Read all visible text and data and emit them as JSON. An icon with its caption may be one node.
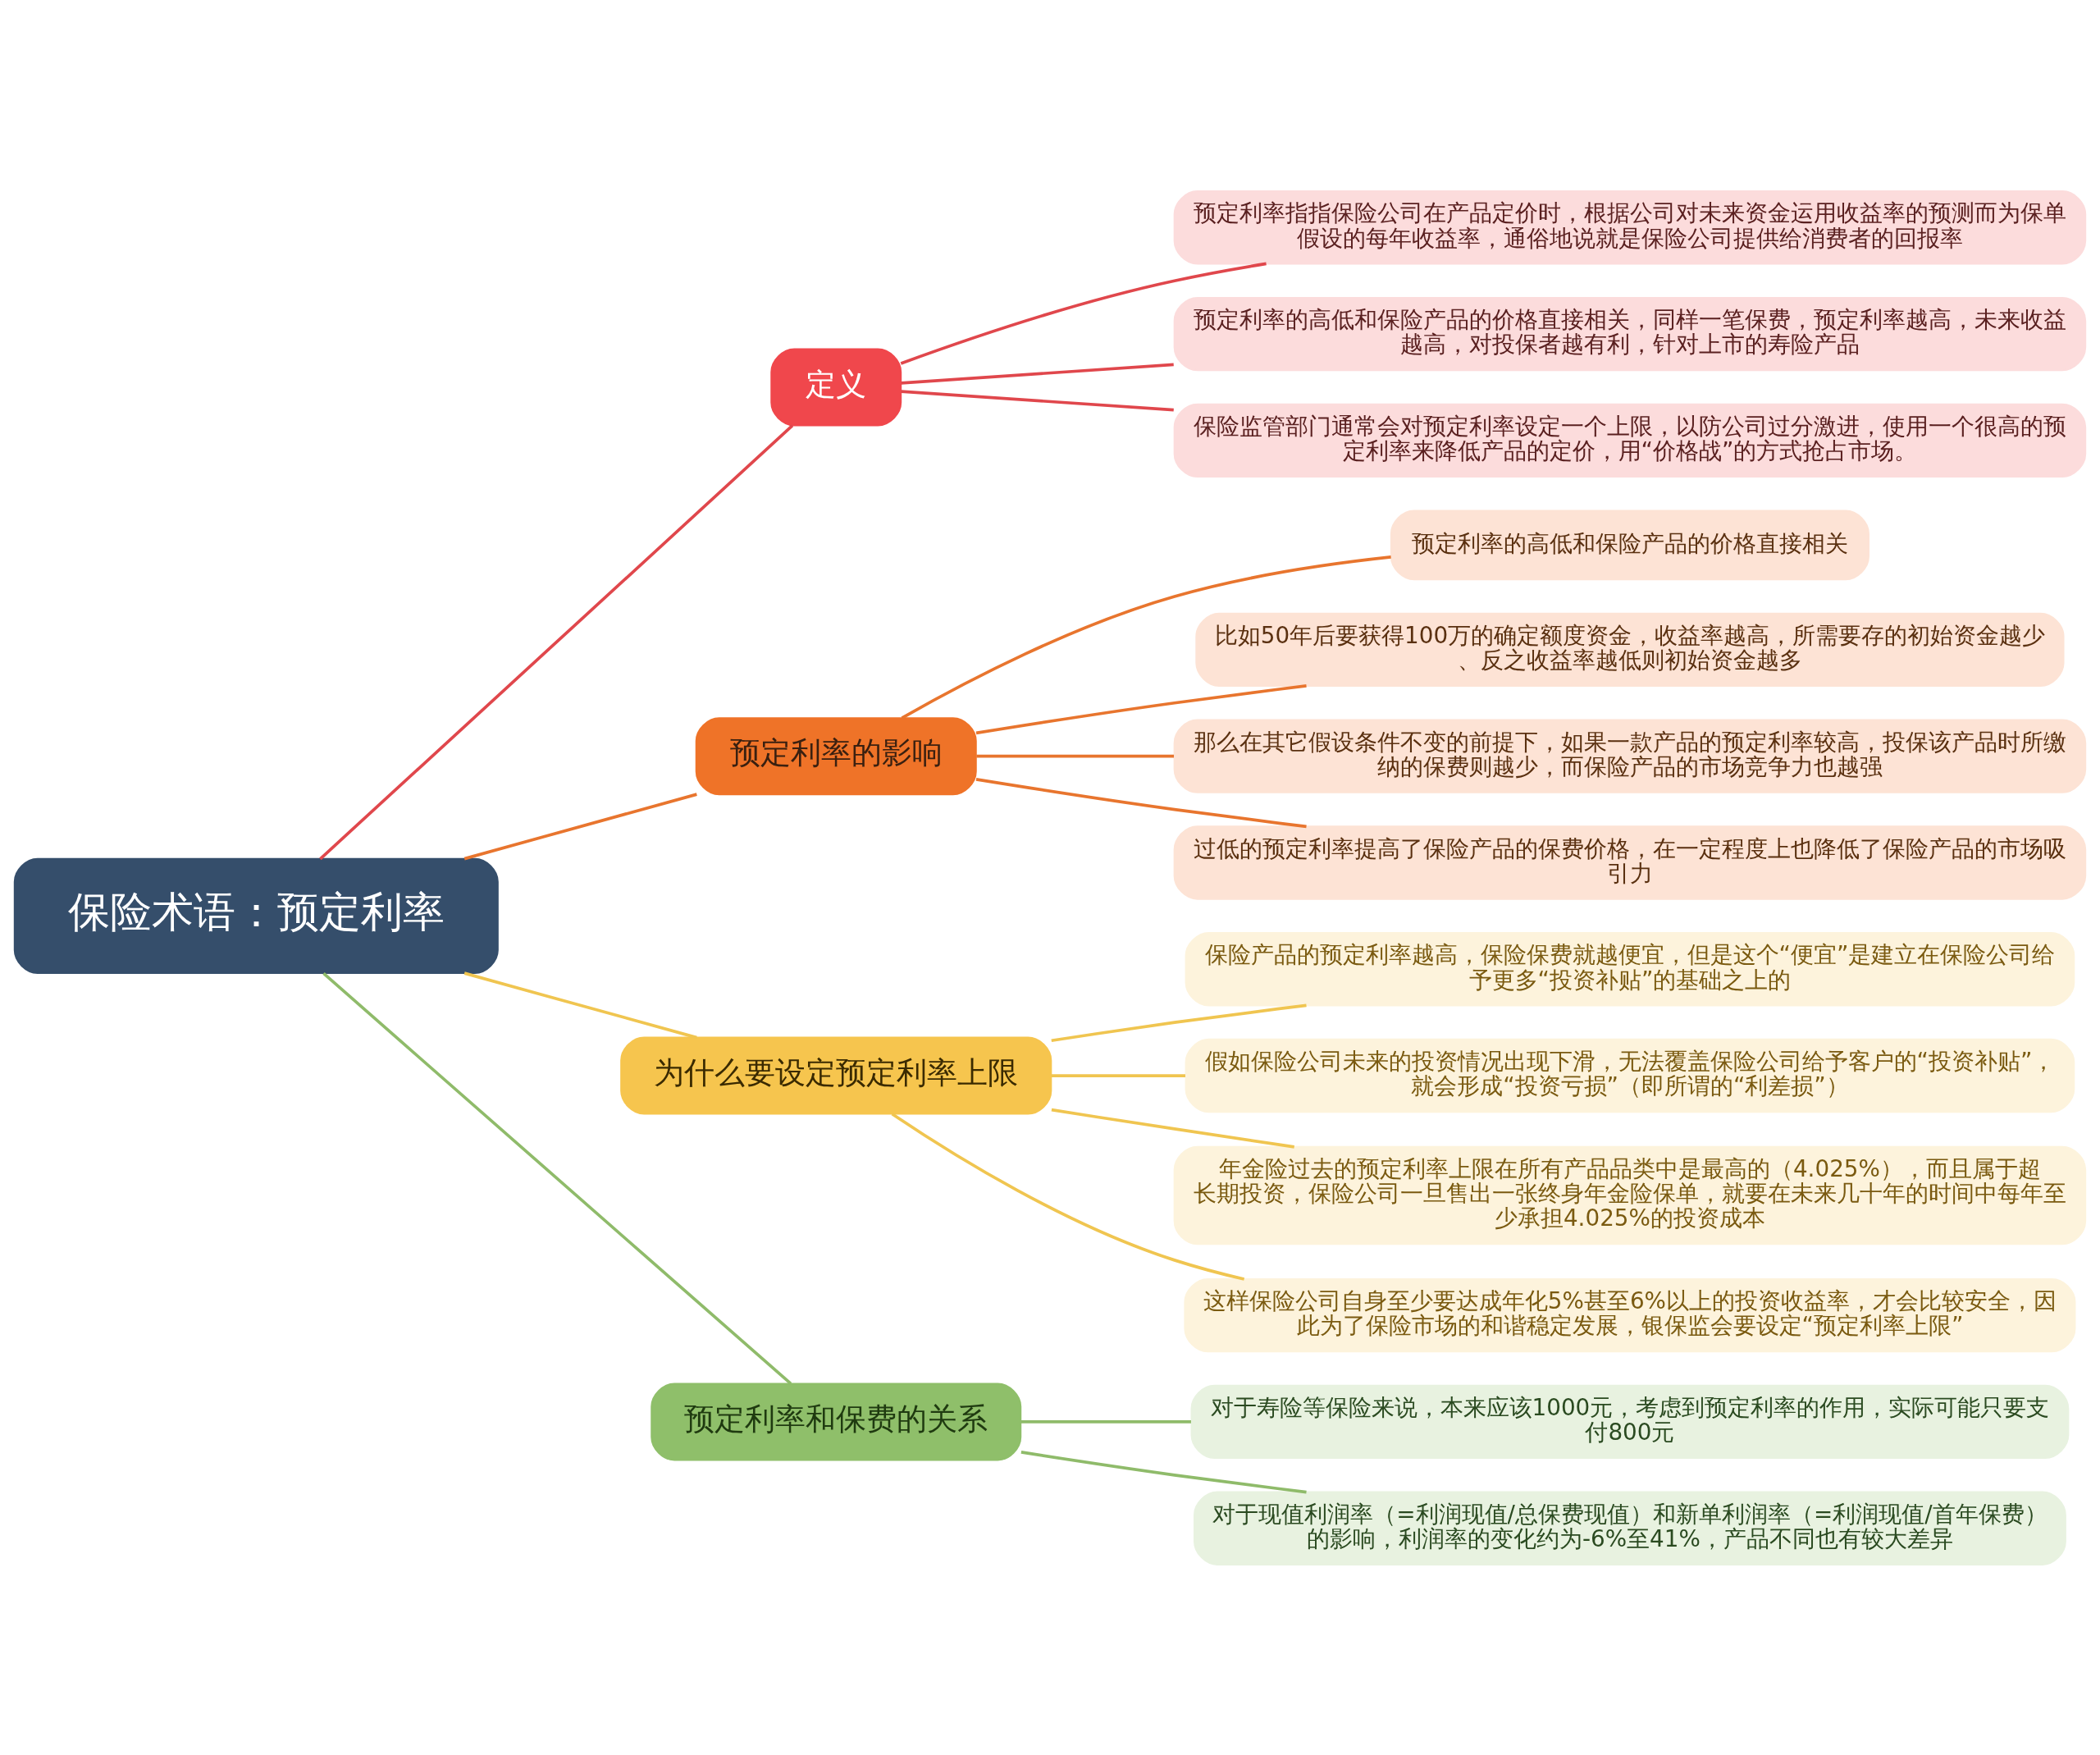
{
  "diagram": {
    "nodes": [
      {
        "text": [
          "保险术语：预定利率"
        ]
      },
      {
        "text": [
          "定义"
        ]
      },
      {
        "text": [
          "预定利率指指保险公司在产品定价时，根据公司对未来资金运用收益率的预测而为保单假设的每年收益率，通俗地说就是保险公司提供给消费者的回报率"
        ]
      },
      {
        "text": [
          "预定利率的高低和保险产品的价格直接相关，同样一笔保费，预定利率越高，未来收益越高，对投保者越有利，针对上市的寿险产品"
        ]
      },
      {
        "text": [
          "保险监管部门通常会对预定利率设定一个上限，以防公司过分激进，使用一个很高的预定利率来降低产品的定价，用“价格战”的方式抢占市场。"
        ]
      },
      {
        "text": [
          "预定利率的影响"
        ]
      },
      {
        "text": [
          "预定利率的高低和保险产品的价格直接相关"
        ]
      },
      {
        "text": [
          "比如50年后要获得100万的确定额度资金，收益率越高，所需要存的初始资金越少、反之收益率越低则初始资金越多"
        ]
      },
      {
        "text": [
          "那么在其它假设条件不变的前提下，如果一款产品的预定利率较高，投保该产品时所缴纳的保费则越少，而保险产品的市场竞争力也越强"
        ]
      },
      {
        "text": [
          "过低的预定利率提高了保险产品的保费价格，在一定程度上也降低了保险产品的市场吸引力"
        ]
      },
      {
        "text": [
          "为什么要设定预定利率上限"
        ]
      },
      {
        "text": [
          "保险产品的预定利率越高，保险保费就越便宜，但是这个“便宜”是建立在保险公司给予更多“投资补贴”的基础之上的"
        ]
      },
      {
        "text": [
          "假如保险公司未来的投资情况出现下滑，无法覆盖保险公司给予客户的“投资补贴”，就会形成“投资亏损”（即所谓的“利差损”）"
        ]
      },
      {
        "text": [
          "年金险过去的预定利率上限在所有产品品类中是最高的（4.025%），而且属于超长期投资，保险公司一旦售出一张终身年金险保单，就要在未来几十年的时间中每年至少承担4.025%的投资成本"
        ]
      },
      {
        "text": [
          "这样保险公司自身至少要达成年化5%甚至6%以上的投资收益率，才会比较安全，因此为了保险市场的和谐稳定发展，银保监会要设定“预定利率上限”"
        ]
      },
      {
        "text": [
          "预定利率和保费的关系"
        ]
      },
      {
        "text": [
          "对于寿险等保险来说，本来应该1000元，考虑到预定利率的作用，实际可能只要支付800元"
        ]
      },
      {
        "text": [
          "对于现值利润率（=利润现值/总保费现值）和新单利润率（=利润现值/首年保费）的影响，利润率的变化约为-6%至41%，产品不同也有较大差异"
        ]
      }
    ],
    "edges": [
      {
        "from": 0,
        "to": 1,
        "arrow": "none",
        "color": "#e0474c"
      },
      {
        "from": 1,
        "to": 2,
        "arrow": "none",
        "color": "#e0474c"
      },
      {
        "from": 1,
        "to": 3,
        "arrow": "none",
        "color": "#e0474c"
      },
      {
        "from": 1,
        "to": 4,
        "arrow": "none",
        "color": "#e0474c"
      },
      {
        "from": 0,
        "to": 5,
        "arrow": "none",
        "color": "#e8752e"
      },
      {
        "from": 5,
        "to": 6,
        "arrow": "none",
        "color": "#e8752e"
      },
      {
        "from": 5,
        "to": 7,
        "arrow": "none",
        "color": "#e8752e"
      },
      {
        "from": 5,
        "to": 8,
        "arrow": "none",
        "color": "#e8752e"
      },
      {
        "from": 5,
        "to": 9,
        "arrow": "none",
        "color": "#e8752e"
      },
      {
        "from": 0,
        "to": 10,
        "arrow": "none",
        "color": "#f0c550"
      },
      {
        "from": 10,
        "to": 11,
        "arrow": "none",
        "color": "#f0c550"
      },
      {
        "from": 10,
        "to": 12,
        "arrow": "none",
        "color": "#f0c550"
      },
      {
        "from": 10,
        "to": 13,
        "arrow": "none",
        "color": "#f0c550"
      },
      {
        "from": 10,
        "to": 14,
        "arrow": "none",
        "color": "#f0c550"
      },
      {
        "from": 0,
        "to": 15,
        "arrow": "none",
        "color": "#8fbb6a"
      },
      {
        "from": 15,
        "to": 16,
        "arrow": "none",
        "color": "#8fbb6a"
      },
      {
        "from": 15,
        "to": 17,
        "arrow": "none",
        "color": "#8fbb6a"
      }
    ]
  }
}
